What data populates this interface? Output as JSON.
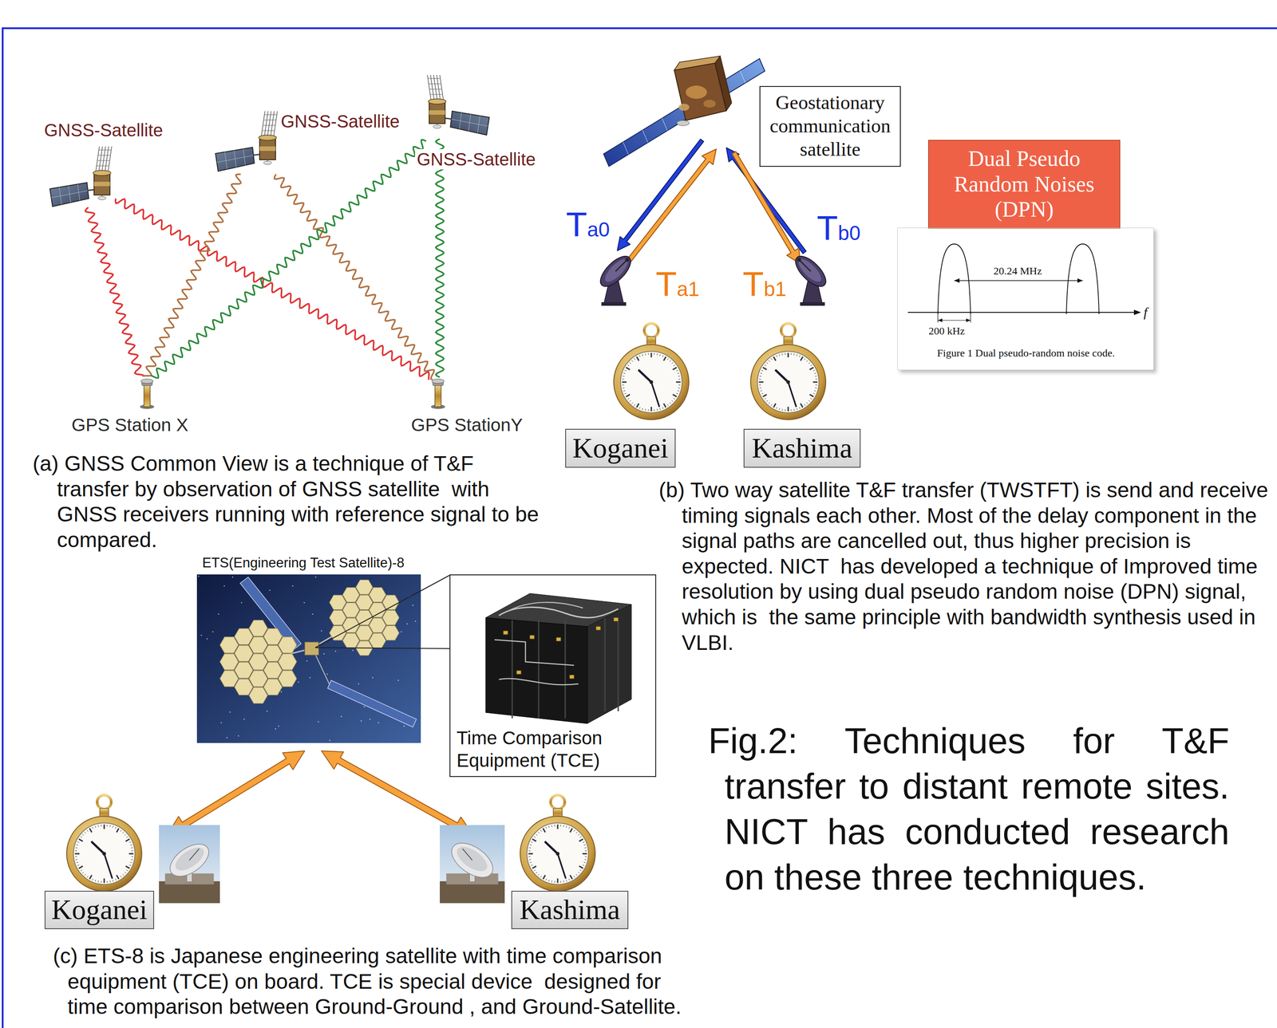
{
  "diagram": {
    "caption": "Fig.2: Techniques for T&F transfer to distant remote sites. NICT has conducted research on these three techniques.",
    "nodes": [
      {
        "text": [
          "Geostationary communication satellite"
        ]
      },
      {
        "text": [
          "Dual Pseudo Random Noises (DPN)"
        ]
      },
      {
        "text": [
          "20.24 MHz",
          "200 kHz",
          "f",
          "Figure 1 Dual pseudo-random noise code."
        ]
      },
      {
        "text": [
          "Koganei"
        ]
      },
      {
        "text": [
          "Kashima"
        ]
      },
      {
        "text": [
          "ETS(Engineering Test Satellite)-8"
        ]
      },
      {
        "text": [
          "Time Comparison Equipment (TCE)"
        ]
      },
      {
        "text": [
          "Koganei"
        ]
      },
      {
        "text": [
          "Kashima"
        ]
      }
    ],
    "labels": [
      "GNSS-Satellite",
      "GNSS-Satellite",
      "GNSS-Satellite",
      "GPS Station X",
      "GPS StationY",
      "(a) GNSS Common View is a technique of T&F transfer by observation of GNSS satellite  with GNSS receivers running with reference signal to be compared.",
      "Ta0",
      "Tb0",
      "Ta1",
      "Tb1",
      "(b) Two way satellite T&F transfer (TWSTFT) is send and receive timing signals each other. Most of the delay component in the signal paths are cancelled out, thus higher precision is expected. NICT  has developed a technique of Improved time resolution by using dual pseudo random noise (DPN) signal, which is  the same principle with bandwidth synthesis used in VLBI.",
      "(c) ETS-8 is Japanese engineering satellite with time comparison equipment (TCE) on board. TCE is special device  designed for time comparison between Ground-Ground , and Ground-Satellite."
    ]
  }
}
